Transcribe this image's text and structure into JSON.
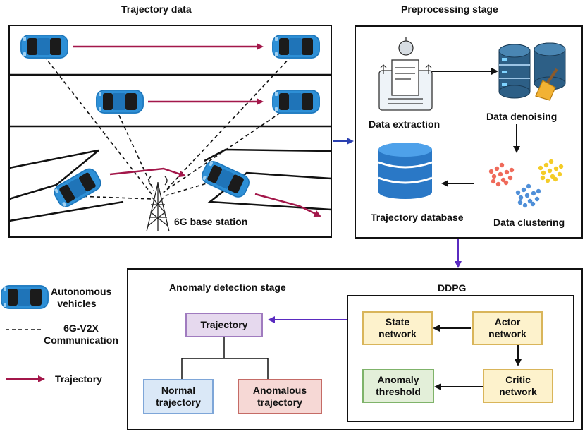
{
  "titles": {
    "trajectory_data": "Trajectory data",
    "preprocessing": "Preprocessing stage",
    "anomaly_detection": "Anomaly detection stage",
    "ddpg": "DDPG"
  },
  "scene": {
    "base_station": "6G base station"
  },
  "preprocessing": {
    "extraction": "Data extraction",
    "denoising": "Data denoising",
    "clustering": "Data clustering",
    "database": "Trajectory database"
  },
  "legend": {
    "vehicles_1": "Autonomous",
    "vehicles_2": "vehicles",
    "comm_1": "6G-V2X",
    "comm_2": "Communication",
    "trajectory": "Trajectory"
  },
  "anomaly": {
    "trajectory": "Trajectory",
    "normal_1": "Normal",
    "normal_2": "trajectory",
    "anomalous_1": "Anomalous",
    "anomalous_2": "trajectory"
  },
  "ddpg": {
    "state_1": "State",
    "state_2": "network",
    "actor_1": "Actor",
    "actor_2": "network",
    "critic_1": "Critic",
    "critic_2": "network",
    "threshold_1": "Anomaly",
    "threshold_2": "threshold"
  },
  "colors": {
    "trajectory_arrow": "#a3174a",
    "flow_arrow_blue": "#2a3fb0",
    "flow_arrow_purple": "#5a2bc0",
    "car_body": "#2d8fd6",
    "yellow_box_fill": "#fdf2cc",
    "yellow_box_border": "#d9b55a",
    "green_box_fill": "#e3efd9",
    "green_box_border": "#7fb36a",
    "purple_box_fill": "#e6d9ee",
    "purple_box_border": "#a07bbf",
    "blue_box_fill": "#dae8f7",
    "blue_box_border": "#7ea6d8",
    "red_box_fill": "#f6d8d5",
    "red_box_border": "#c56b66"
  },
  "icons": [
    "car-icon",
    "cell-tower-icon",
    "document-robot-icon",
    "database-icon",
    "broom-icon",
    "cluster-dots-icon"
  ]
}
